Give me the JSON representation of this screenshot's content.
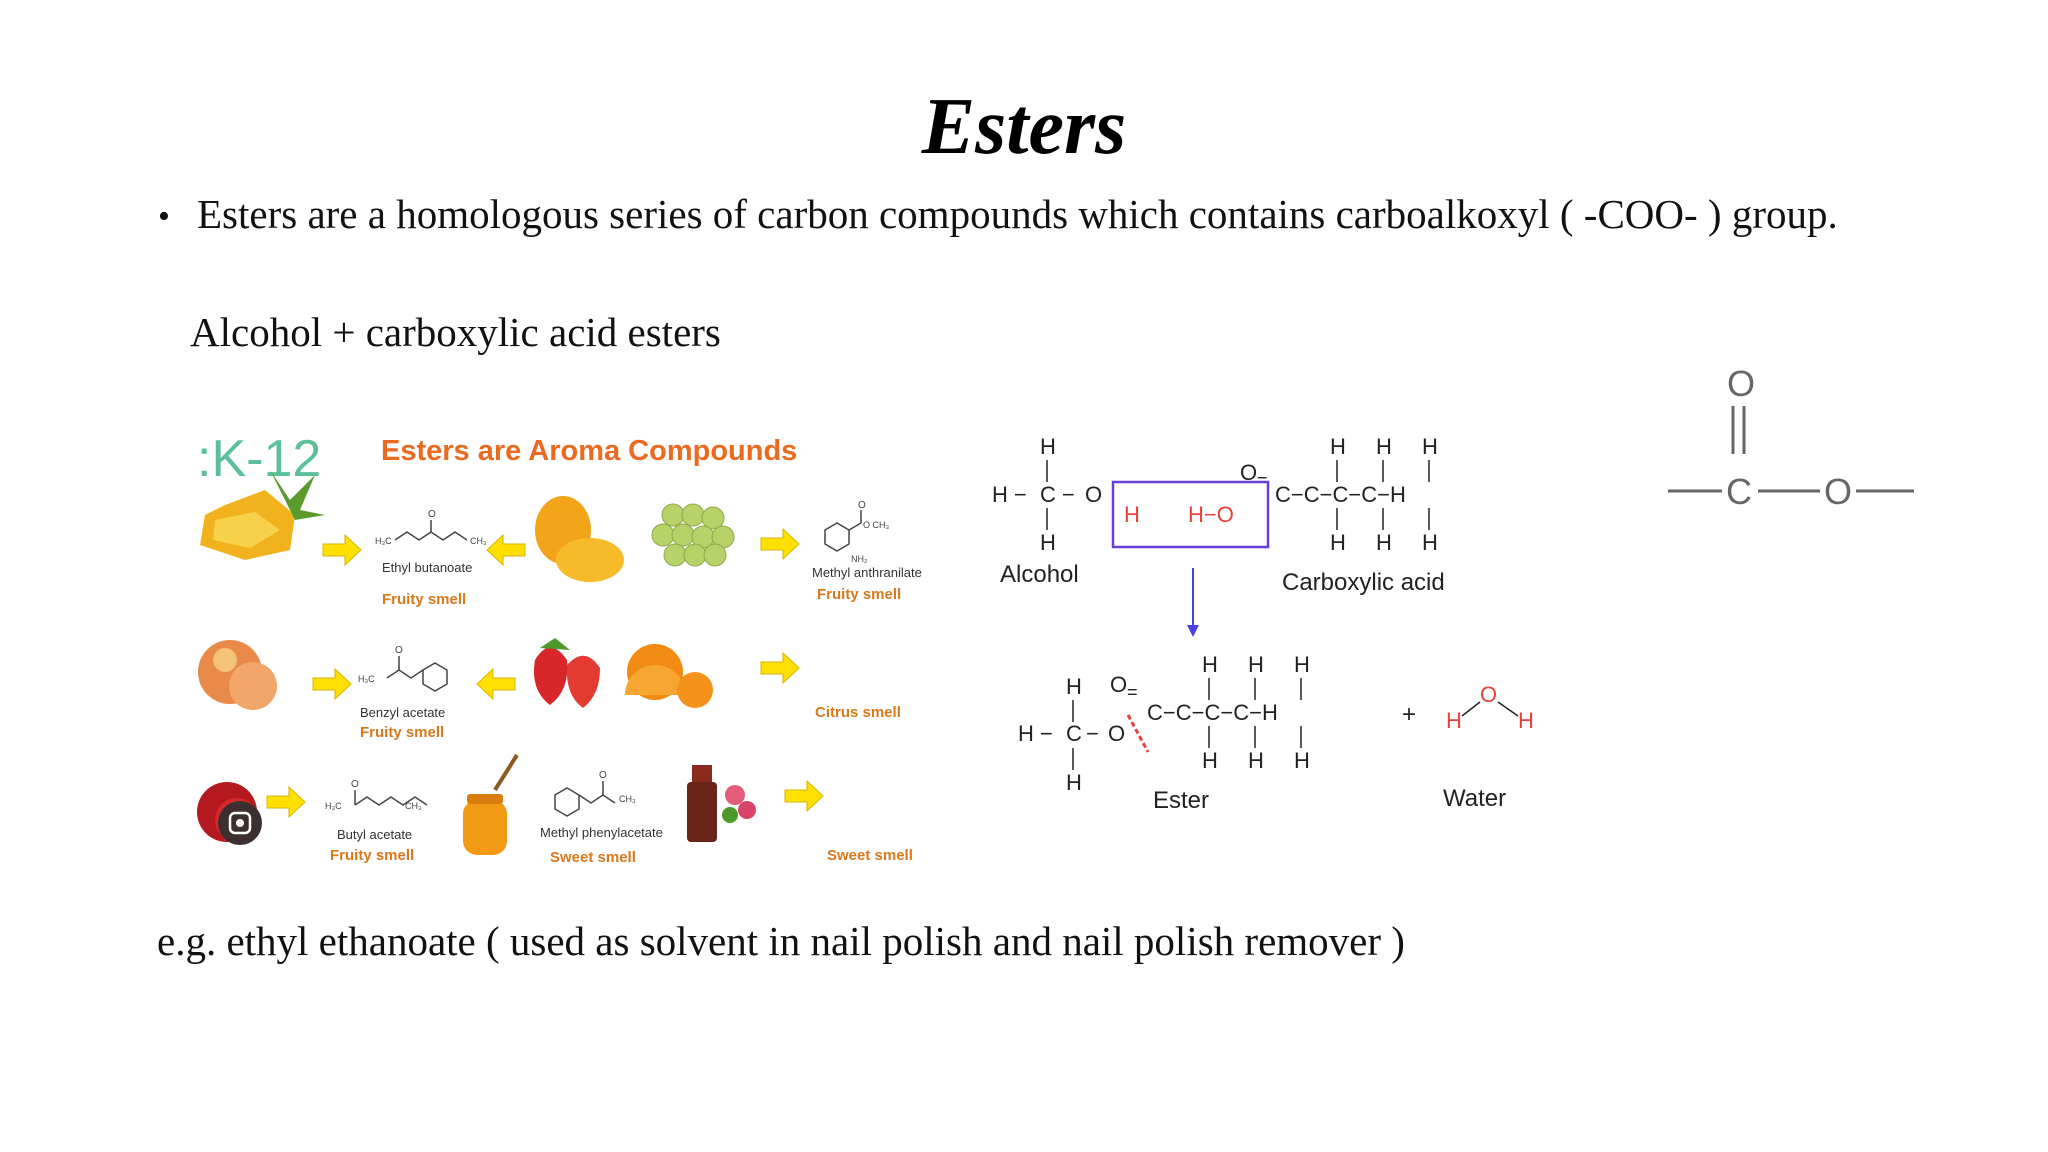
{
  "slide": {
    "title": "Esters",
    "bullet": "Esters are a homologous  series of carbon compounds which contains carboalkoxyl ( -COO- ) group.",
    "equation": "Alcohol + carboxylic acid  esters",
    "example": "e.g. ethyl ethanoate ( used as solvent in nail polish and nail polish remover )"
  },
  "aroma_panel": {
    "logo": ":K-12",
    "heading": "Esters are Aroma Compounds",
    "compounds": [
      {
        "name": "Ethyl butanoate",
        "smell": "Fruity smell"
      },
      {
        "name": "Methyl anthranilate",
        "smell": "Fruity smell"
      },
      {
        "name": "Benzyl acetate",
        "smell": "Fruity smell"
      },
      {
        "name": "",
        "smell": "Citrus smell"
      },
      {
        "name": "Butyl acetate",
        "smell": "Fruity smell"
      },
      {
        "name": "Methyl phenylacetate",
        "smell": "Sweet smell"
      },
      {
        "name": "",
        "smell": "Sweet smell"
      }
    ]
  },
  "reaction": {
    "alcohol_label": "Alcohol",
    "acid_label": "Carboxylic acid",
    "ester_label": "Ester",
    "water_label": "Water",
    "plus": "+"
  },
  "colors": {
    "heading_orange": "#ea6a1f",
    "smell_orange": "#d9791c",
    "arrow_yellow": "#ffe000",
    "box_purple": "#6a3fd8",
    "red_atom": "#e8423a",
    "reaction_arrow": "#4a3fe0"
  }
}
